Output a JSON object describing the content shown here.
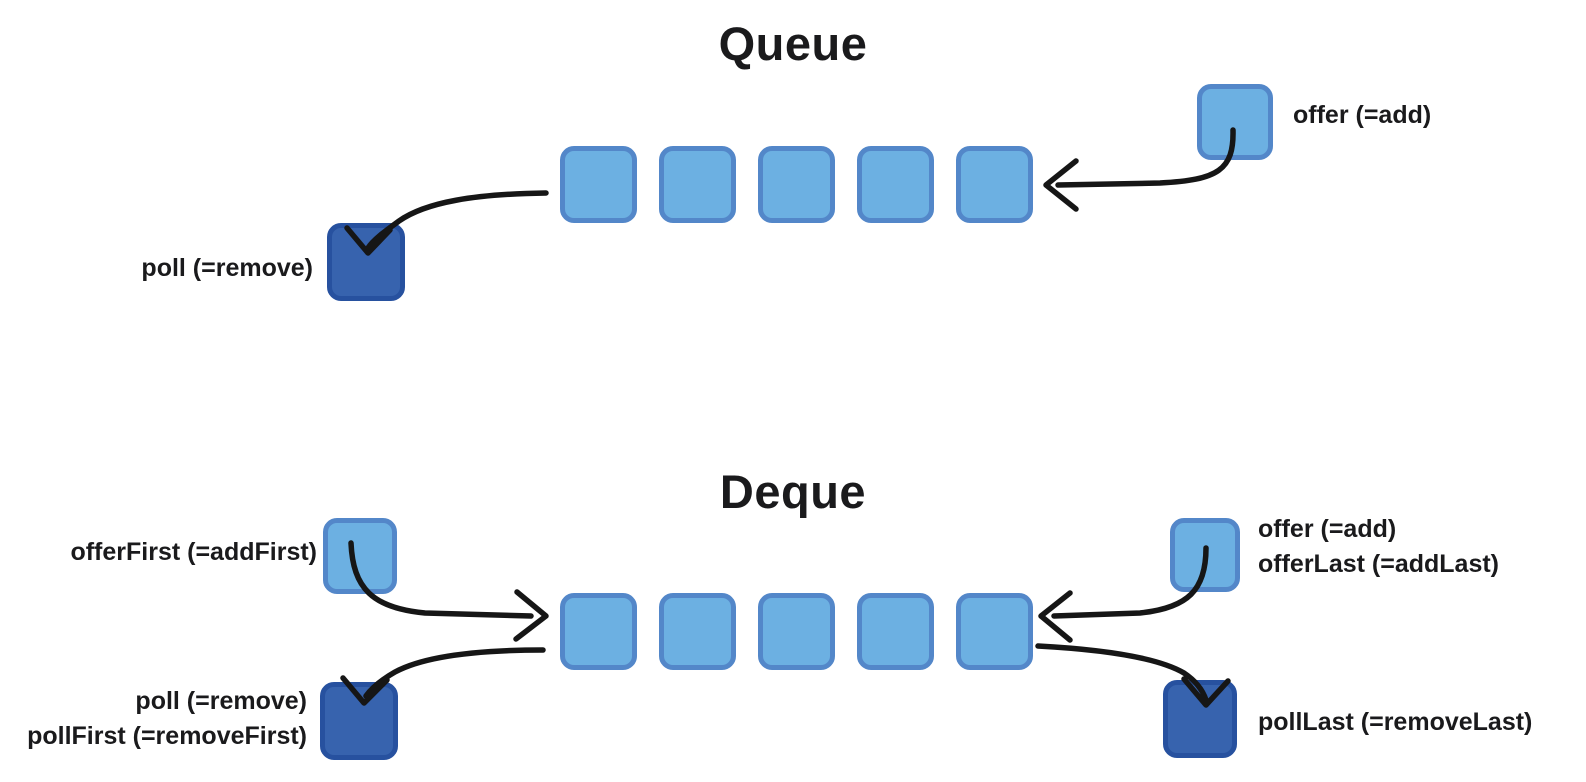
{
  "colors": {
    "background": "#ffffff",
    "light_box_fill": "#6cb0e2",
    "light_box_border": "#5387c9",
    "dark_box_fill": "#3763ae",
    "dark_box_border": "#27519f",
    "arrow": "#161616",
    "text": "#1a1a1c"
  },
  "queue": {
    "title": "Queue",
    "cell_count": 5,
    "offer_label": "offer (=add)",
    "poll_label": "poll (=remove)"
  },
  "deque": {
    "title": "Deque",
    "cell_count": 5,
    "offer_first_label": "offerFirst (=addFirst)",
    "offer_label": "offer (=add)",
    "offer_last_label": "offerLast (=addLast)",
    "poll_label": "poll (=remove)",
    "poll_first_label": "pollFirst (=removeFirst)",
    "poll_last_label": "pollLast (=removeLast)"
  }
}
